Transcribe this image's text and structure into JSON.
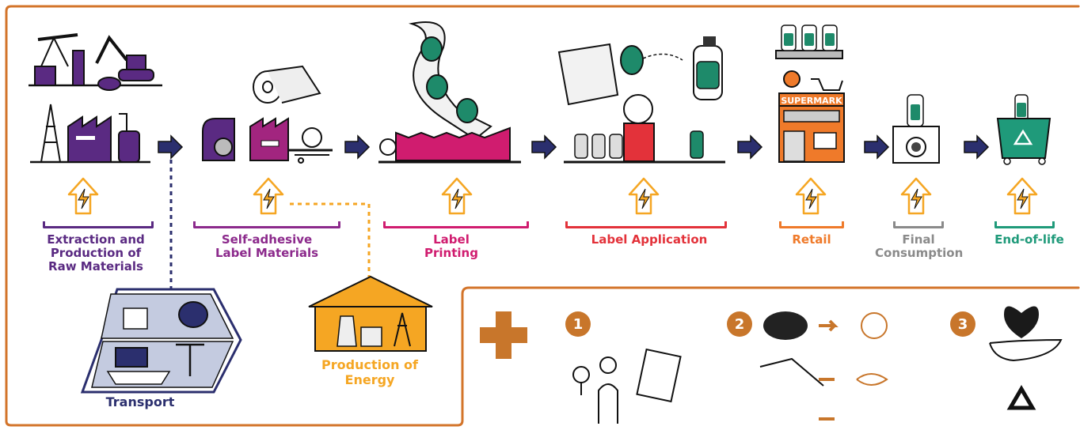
{
  "colors": {
    "frame": "#d3742a",
    "navy": "#2b2f6e",
    "purple": "#5a2a82",
    "magenta": "#d01c6f",
    "red": "#e3323a",
    "orange": "#ef7a2a",
    "gray": "#8a8a8a",
    "green": "#1f9a7a",
    "energy": "#f5a623",
    "teal": "#1e8a6a"
  },
  "stages": [
    {
      "id": "extraction",
      "lines": [
        "Extraction and",
        "Production of",
        "Raw Materials"
      ],
      "color": "#5a2a82",
      "icon": "oil-pump-factory-icon"
    },
    {
      "id": "label-materials",
      "lines": [
        "Self-adhesive",
        "Label Materials"
      ],
      "color": "#8c2a8c",
      "icon": "paper-mill-icon"
    },
    {
      "id": "printing",
      "lines": [
        "Label",
        "Printing"
      ],
      "color": "#d01c6f",
      "icon": "printing-press-icon"
    },
    {
      "id": "application",
      "lines": [
        "Label Application"
      ],
      "color": "#e3323a",
      "icon": "labeling-machine-icon"
    },
    {
      "id": "retail",
      "lines": [
        "Retail"
      ],
      "color": "#ef7a2a",
      "icon": "supermarket-icon"
    },
    {
      "id": "consumption",
      "lines": [
        "Final",
        "Consumption"
      ],
      "color": "#8a8a8a",
      "icon": "washing-machine-icon"
    },
    {
      "id": "end-of-life",
      "lines": [
        "End-of-life"
      ],
      "color": "#1f9a7a",
      "icon": "recycling-bin-icon"
    }
  ],
  "store_sign": "SUPERMARK",
  "transport": {
    "label": "Transport",
    "icon": "transport-vehicles-icon"
  },
  "energy": {
    "lines": [
      "Production of",
      "Energy"
    ],
    "icon": "power-plant-icon"
  },
  "extras": {
    "plus_icon": "plus-icon",
    "items": [
      {
        "number": "1",
        "icon": "inspector-clipboard-icon"
      },
      {
        "number": "2",
        "icon": "pollution-impacts-icon"
      },
      {
        "number": "3",
        "icon": "health-recycling-icon"
      }
    ]
  }
}
